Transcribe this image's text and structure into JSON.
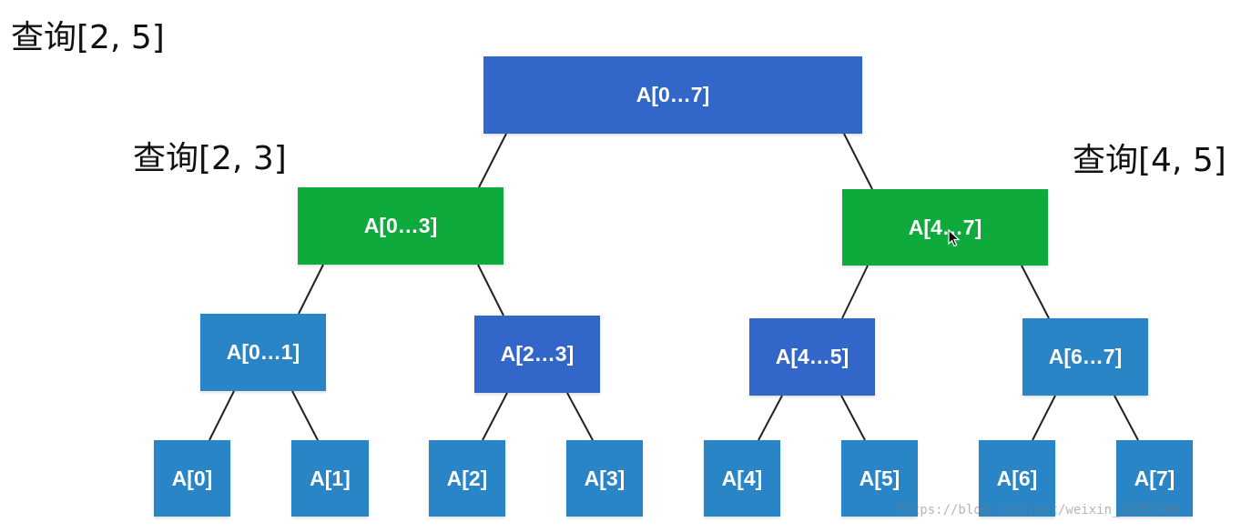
{
  "captions": {
    "root_query": "查询[2, 5]",
    "left_query": "查询[2, 3]",
    "right_query": "查询[4, 5]"
  },
  "colors": {
    "queried_node": "#3366c9",
    "split_node": "#0eaa3b",
    "plain_node": "#2a85c6",
    "edge": "#222222"
  },
  "tree": {
    "root": "A[0…7]",
    "level1": [
      "A[0…3]",
      "A[4…7]"
    ],
    "level2": [
      "A[0…1]",
      "A[2…3]",
      "A[4…5]",
      "A[6…7]"
    ],
    "leaves": [
      "A[0]",
      "A[1]",
      "A[2]",
      "A[3]",
      "A[4]",
      "A[5]",
      "A[6]",
      "A[7]"
    ]
  },
  "watermark": "https://blog.csdn.net/weixin_41207499"
}
